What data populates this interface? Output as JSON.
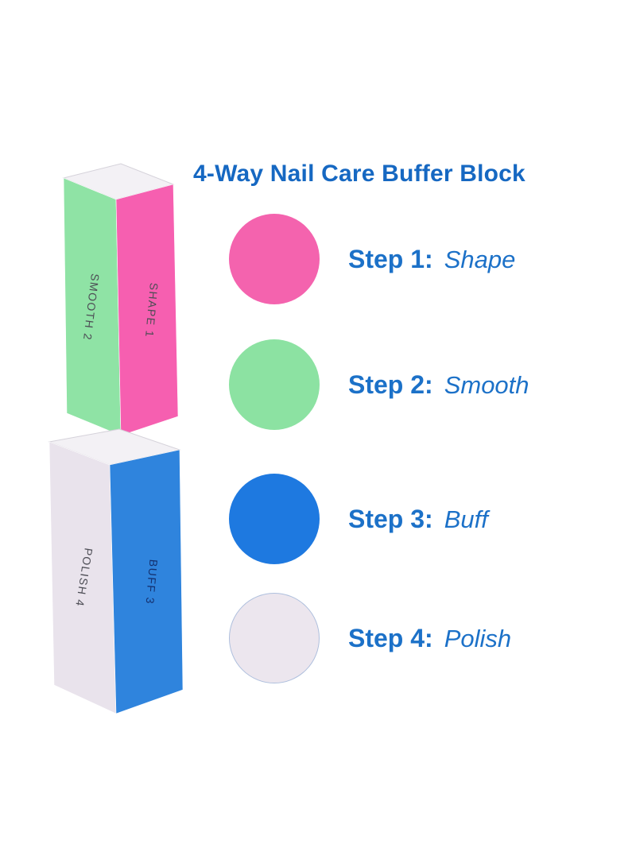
{
  "title": {
    "text": "4-Way Nail Care Buffer Block",
    "color": "#1668c2"
  },
  "blocks": {
    "top": {
      "left_face": {
        "label": "SMOOTH 2",
        "color": "#8fe3a5"
      },
      "right_face": {
        "label": "SHAPE 1",
        "color": "#f65fb0"
      }
    },
    "bottom": {
      "left_face": {
        "label": "POLISH 4",
        "color": "#e9e3ec"
      },
      "right_face": {
        "label": "BUFF 3",
        "color": "#2f84dd"
      }
    }
  },
  "steps": [
    {
      "label": "Step 1:",
      "name": "Shape",
      "circle_color": "#f463ae",
      "circle_border": "#e95aa6"
    },
    {
      "label": "Step 2:",
      "name": "Smooth",
      "circle_color": "#8ce2a2",
      "circle_border": "#7fd697"
    },
    {
      "label": "Step 3:",
      "name": "Buff",
      "circle_color": "#1e79e0",
      "circle_border": "#1d70d2"
    },
    {
      "label": "Step 4:",
      "name": "Polish",
      "circle_color": "#ece6ee",
      "circle_border": "#aebfdd"
    }
  ]
}
